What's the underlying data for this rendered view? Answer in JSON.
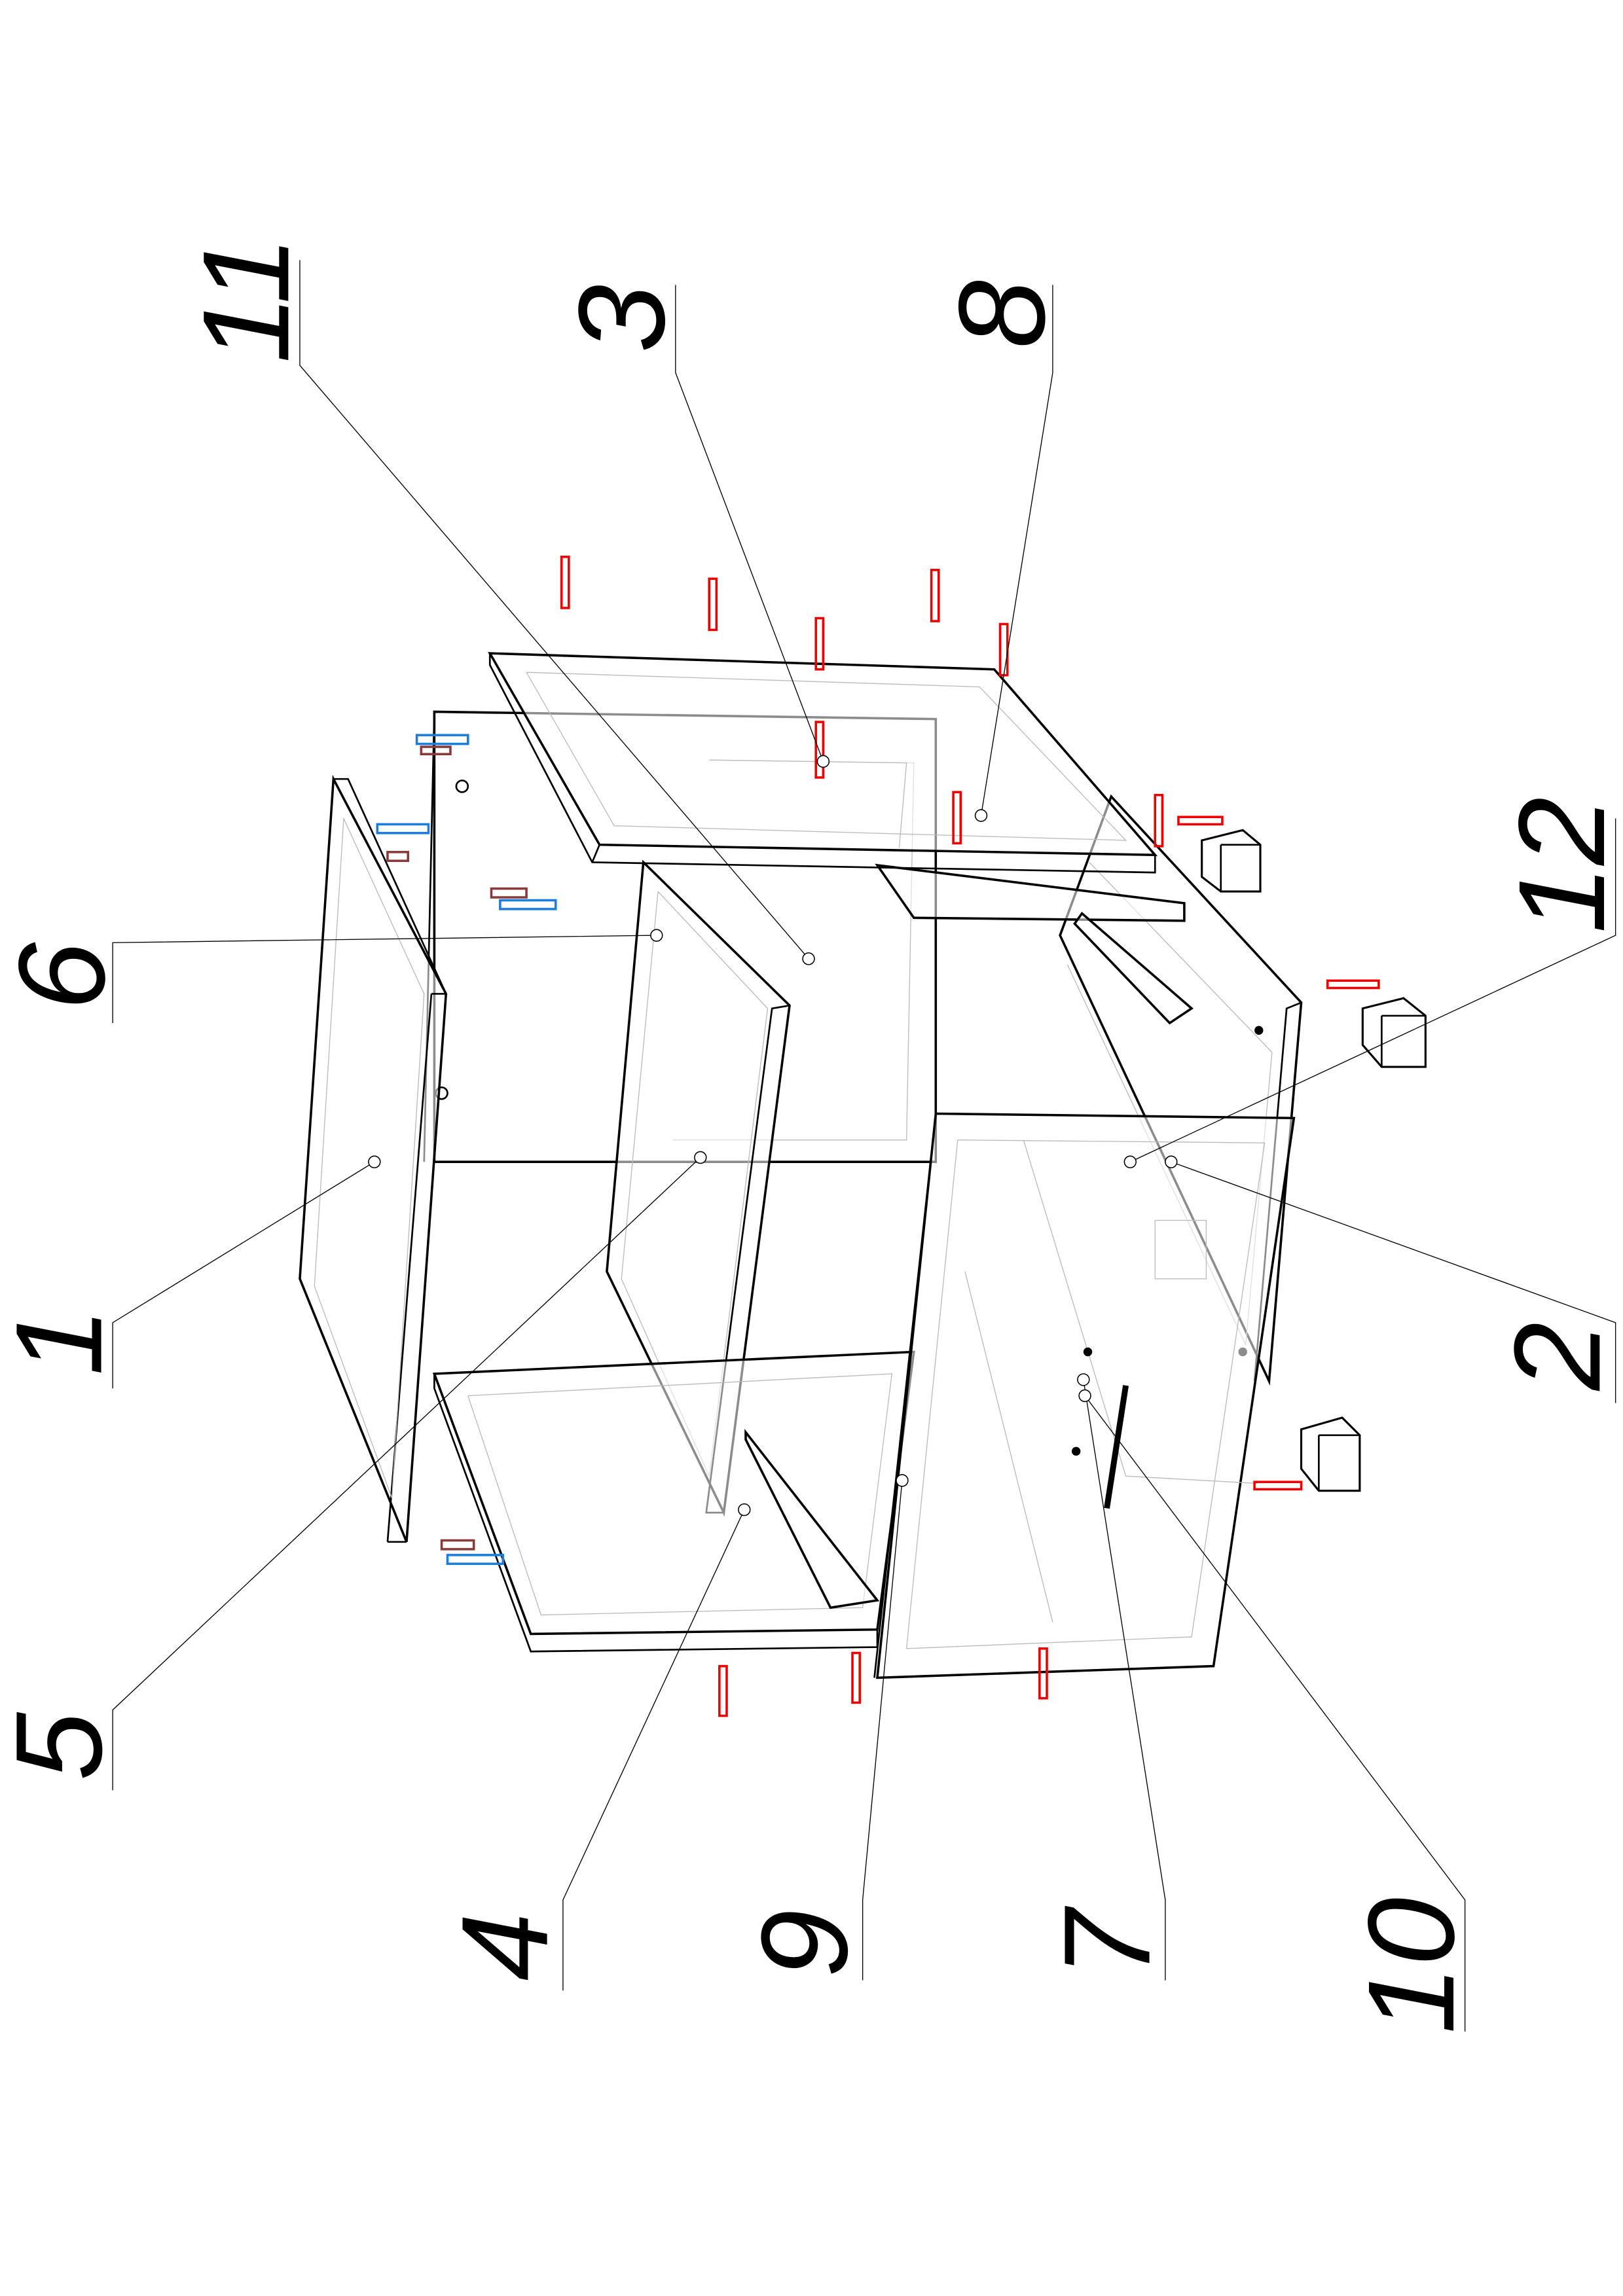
{
  "diagram": {
    "type": "exploded assembly drawing",
    "callouts": {
      "c1": "1",
      "c2": "2",
      "c3": "3",
      "c4": "4",
      "c5": "5",
      "c6": "6",
      "c7": "7",
      "c8": "8",
      "c9": "9",
      "c10": "10",
      "c11": "11",
      "c12": "12"
    },
    "colors": {
      "line": "#000000",
      "screw": "#e00000",
      "dowel": "#1a7de0",
      "cam": "#8b3a3a",
      "hidden": "#bbbbbb"
    }
  }
}
